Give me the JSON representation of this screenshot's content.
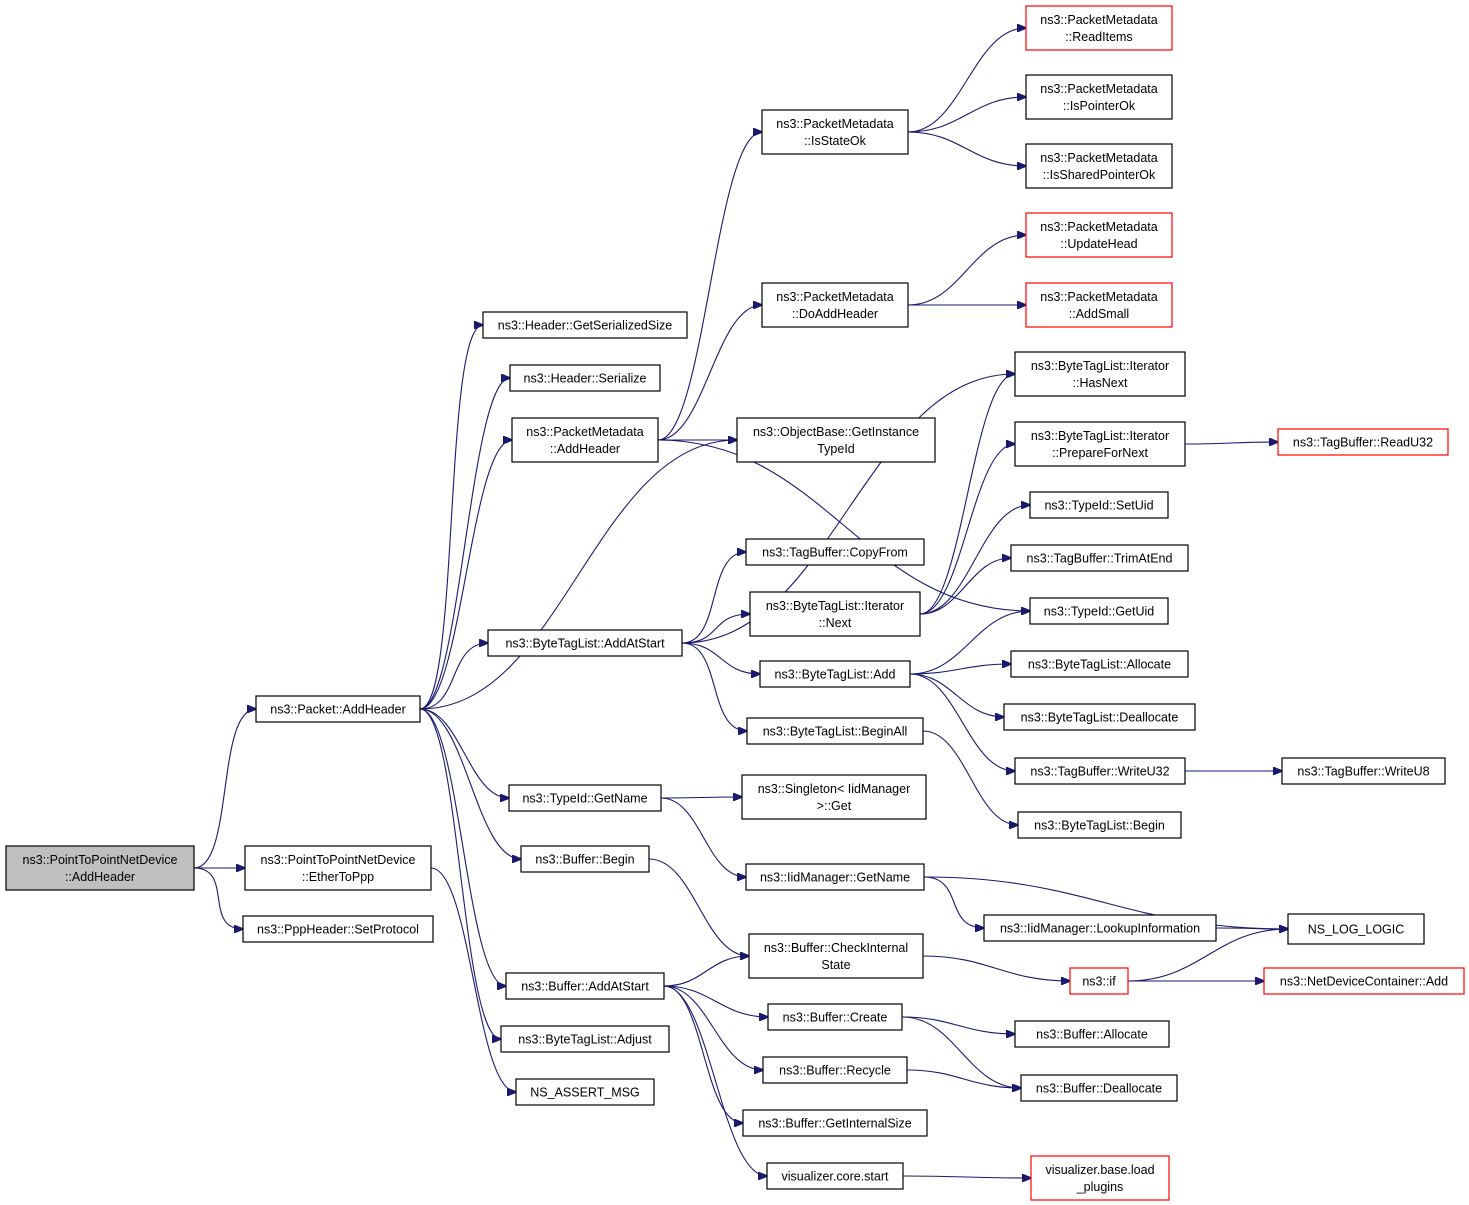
{
  "colors": {
    "edge": "#191970",
    "normal_border": "#000000",
    "truncated_border": "#ff0000",
    "root_fill": "#bfbfbf",
    "node_fill": "#ffffff"
  },
  "nodes": [
    {
      "id": "root",
      "lines": [
        "ns3::PointToPointNetDevice",
        "::AddHeader"
      ],
      "kind": "root"
    },
    {
      "id": "pkt_addheader",
      "lines": [
        "ns3::Packet::AddHeader"
      ],
      "kind": "normal"
    },
    {
      "id": "ethertoppp",
      "lines": [
        "ns3::PointToPointNetDevice",
        "::EtherToPpp"
      ],
      "kind": "normal"
    },
    {
      "id": "setprotocol",
      "lines": [
        "ns3::PppHeader::SetProtocol"
      ],
      "kind": "normal"
    },
    {
      "id": "hdr_getsersize",
      "lines": [
        "ns3::Header::GetSerializedSize"
      ],
      "kind": "normal"
    },
    {
      "id": "hdr_serialize",
      "lines": [
        "ns3::Header::Serialize"
      ],
      "kind": "normal"
    },
    {
      "id": "pm_addheader",
      "lines": [
        "ns3::PacketMetadata",
        "::AddHeader"
      ],
      "kind": "normal"
    },
    {
      "id": "btl_addatstart",
      "lines": [
        "ns3::ByteTagList::AddAtStart"
      ],
      "kind": "normal"
    },
    {
      "id": "typeid_getname",
      "lines": [
        "ns3::TypeId::GetName"
      ],
      "kind": "normal"
    },
    {
      "id": "buf_begin",
      "lines": [
        "ns3::Buffer::Begin"
      ],
      "kind": "normal"
    },
    {
      "id": "buf_addatstart",
      "lines": [
        "ns3::Buffer::AddAtStart"
      ],
      "kind": "normal"
    },
    {
      "id": "btl_adjust",
      "lines": [
        "ns3::ByteTagList::Adjust"
      ],
      "kind": "normal"
    },
    {
      "id": "ns_assert_msg",
      "lines": [
        "NS_ASSERT_MSG"
      ],
      "kind": "normal"
    },
    {
      "id": "pm_isstateok",
      "lines": [
        "ns3::PacketMetadata",
        "::IsStateOk"
      ],
      "kind": "normal"
    },
    {
      "id": "pm_doaddheader",
      "lines": [
        "ns3::PacketMetadata",
        "::DoAddHeader"
      ],
      "kind": "normal"
    },
    {
      "id": "ob_getinsttid",
      "lines": [
        "ns3::ObjectBase::GetInstance",
        "TypeId"
      ],
      "kind": "normal"
    },
    {
      "id": "tb_copyfrom",
      "lines": [
        "ns3::TagBuffer::CopyFrom"
      ],
      "kind": "normal"
    },
    {
      "id": "btli_next",
      "lines": [
        "ns3::ByteTagList::Iterator",
        "::Next"
      ],
      "kind": "normal"
    },
    {
      "id": "btl_add",
      "lines": [
        "ns3::ByteTagList::Add"
      ],
      "kind": "normal"
    },
    {
      "id": "btl_beginall",
      "lines": [
        "ns3::ByteTagList::BeginAll"
      ],
      "kind": "normal"
    },
    {
      "id": "singleton_get",
      "lines": [
        "ns3::Singleton< IidManager",
        ">::Get"
      ],
      "kind": "normal"
    },
    {
      "id": "iid_getname",
      "lines": [
        "ns3::IidManager::GetName"
      ],
      "kind": "normal"
    },
    {
      "id": "buf_checkinternal",
      "lines": [
        "ns3::Buffer::CheckInternal",
        "State"
      ],
      "kind": "normal"
    },
    {
      "id": "buf_create",
      "lines": [
        "ns3::Buffer::Create"
      ],
      "kind": "normal"
    },
    {
      "id": "buf_recycle",
      "lines": [
        "ns3::Buffer::Recycle"
      ],
      "kind": "normal"
    },
    {
      "id": "buf_getinternalsize",
      "lines": [
        "ns3::Buffer::GetInternalSize"
      ],
      "kind": "normal"
    },
    {
      "id": "vis_core_start",
      "lines": [
        "visualizer.core.start"
      ],
      "kind": "normal"
    },
    {
      "id": "pm_readitems",
      "lines": [
        "ns3::PacketMetadata",
        "::ReadItems"
      ],
      "kind": "truncated"
    },
    {
      "id": "pm_ispointerok",
      "lines": [
        "ns3::PacketMetadata",
        "::IsPointerOk"
      ],
      "kind": "normal"
    },
    {
      "id": "pm_issharedpointerok",
      "lines": [
        "ns3::PacketMetadata",
        "::IsSharedPointerOk"
      ],
      "kind": "normal"
    },
    {
      "id": "pm_updatehead",
      "lines": [
        "ns3::PacketMetadata",
        "::UpdateHead"
      ],
      "kind": "truncated"
    },
    {
      "id": "pm_addsmall",
      "lines": [
        "ns3::PacketMetadata",
        "::AddSmall"
      ],
      "kind": "truncated"
    },
    {
      "id": "btli_hasnext",
      "lines": [
        "ns3::ByteTagList::Iterator",
        "::HasNext"
      ],
      "kind": "normal"
    },
    {
      "id": "btli_preparefornext",
      "lines": [
        "ns3::ByteTagList::Iterator",
        "::PrepareForNext"
      ],
      "kind": "normal"
    },
    {
      "id": "typeid_setuid",
      "lines": [
        "ns3::TypeId::SetUid"
      ],
      "kind": "normal"
    },
    {
      "id": "tb_trimatend",
      "lines": [
        "ns3::TagBuffer::TrimAtEnd"
      ],
      "kind": "normal"
    },
    {
      "id": "typeid_getuid",
      "lines": [
        "ns3::TypeId::GetUid"
      ],
      "kind": "normal"
    },
    {
      "id": "btl_allocate",
      "lines": [
        "ns3::ByteTagList::Allocate"
      ],
      "kind": "normal"
    },
    {
      "id": "btl_deallocate",
      "lines": [
        "ns3::ByteTagList::Deallocate"
      ],
      "kind": "normal"
    },
    {
      "id": "tb_writeu32",
      "lines": [
        "ns3::TagBuffer::WriteU32"
      ],
      "kind": "normal"
    },
    {
      "id": "btl_begin",
      "lines": [
        "ns3::ByteTagList::Begin"
      ],
      "kind": "normal"
    },
    {
      "id": "iid_lookupinfo",
      "lines": [
        "ns3::IidManager::LookupInformation"
      ],
      "kind": "normal"
    },
    {
      "id": "ns3_if",
      "lines": [
        "ns3::if"
      ],
      "kind": "truncated"
    },
    {
      "id": "buf_allocate",
      "lines": [
        "ns3::Buffer::Allocate"
      ],
      "kind": "normal"
    },
    {
      "id": "buf_deallocate",
      "lines": [
        "ns3::Buffer::Deallocate"
      ],
      "kind": "normal"
    },
    {
      "id": "vis_base_loadplugins",
      "lines": [
        "visualizer.base.load",
        "_plugins"
      ],
      "kind": "truncated"
    },
    {
      "id": "tb_readu32",
      "lines": [
        "ns3::TagBuffer::ReadU32"
      ],
      "kind": "truncated"
    },
    {
      "id": "tb_writeu8",
      "lines": [
        "ns3::TagBuffer::WriteU8"
      ],
      "kind": "normal"
    },
    {
      "id": "ns_log_logic",
      "lines": [
        "NS_LOG_LOGIC"
      ],
      "kind": "normal"
    },
    {
      "id": "ndc_add",
      "lines": [
        "ns3::NetDeviceContainer::Add"
      ],
      "kind": "truncated"
    }
  ],
  "edges": [
    [
      "root",
      "pkt_addheader"
    ],
    [
      "root",
      "ethertoppp"
    ],
    [
      "root",
      "setprotocol"
    ],
    [
      "pkt_addheader",
      "hdr_getsersize"
    ],
    [
      "pkt_addheader",
      "hdr_serialize"
    ],
    [
      "pkt_addheader",
      "pm_addheader"
    ],
    [
      "pkt_addheader",
      "ob_getinsttid"
    ],
    [
      "pkt_addheader",
      "btl_addatstart"
    ],
    [
      "pkt_addheader",
      "typeid_getname"
    ],
    [
      "pkt_addheader",
      "buf_begin"
    ],
    [
      "pkt_addheader",
      "buf_addatstart"
    ],
    [
      "pkt_addheader",
      "btl_adjust"
    ],
    [
      "ethertoppp",
      "ns_assert_msg"
    ],
    [
      "pm_addheader",
      "pm_isstateok"
    ],
    [
      "pm_addheader",
      "pm_doaddheader"
    ],
    [
      "pm_addheader",
      "ob_getinsttid"
    ],
    [
      "pm_addheader",
      "typeid_getuid"
    ],
    [
      "pm_isstateok",
      "pm_readitems"
    ],
    [
      "pm_isstateok",
      "pm_ispointerok"
    ],
    [
      "pm_isstateok",
      "pm_issharedpointerok"
    ],
    [
      "pm_doaddheader",
      "pm_updatehead"
    ],
    [
      "pm_doaddheader",
      "pm_addsmall"
    ],
    [
      "btl_addatstart",
      "tb_copyfrom"
    ],
    [
      "btl_addatstart",
      "btli_hasnext"
    ],
    [
      "btl_addatstart",
      "btli_next"
    ],
    [
      "btl_addatstart",
      "btl_add"
    ],
    [
      "btl_addatstart",
      "btl_beginall"
    ],
    [
      "btli_next",
      "btli_hasnext"
    ],
    [
      "btli_next",
      "btli_preparefornext"
    ],
    [
      "btli_next",
      "typeid_setuid"
    ],
    [
      "btli_next",
      "tb_trimatend"
    ],
    [
      "btl_add",
      "typeid_getuid"
    ],
    [
      "btl_add",
      "btl_allocate"
    ],
    [
      "btl_add",
      "btl_deallocate"
    ],
    [
      "btl_add",
      "tb_writeu32"
    ],
    [
      "btl_beginall",
      "btl_begin"
    ],
    [
      "btli_preparefornext",
      "tb_readu32"
    ],
    [
      "tb_writeu32",
      "tb_writeu8"
    ],
    [
      "typeid_getname",
      "singleton_get"
    ],
    [
      "typeid_getname",
      "iid_getname"
    ],
    [
      "iid_getname",
      "iid_lookupinfo"
    ],
    [
      "iid_getname",
      "ns_log_logic"
    ],
    [
      "iid_lookupinfo",
      "ns_log_logic"
    ],
    [
      "buf_begin",
      "buf_checkinternal"
    ],
    [
      "buf_addatstart",
      "buf_checkinternal"
    ],
    [
      "buf_addatstart",
      "buf_create"
    ],
    [
      "buf_addatstart",
      "buf_recycle"
    ],
    [
      "buf_addatstart",
      "buf_getinternalsize"
    ],
    [
      "buf_addatstart",
      "vis_core_start"
    ],
    [
      "buf_checkinternal",
      "ns3_if"
    ],
    [
      "ns3_if",
      "ns_log_logic"
    ],
    [
      "ns3_if",
      "ndc_add"
    ],
    [
      "buf_create",
      "buf_allocate"
    ],
    [
      "buf_create",
      "buf_deallocate"
    ],
    [
      "buf_recycle",
      "buf_deallocate"
    ],
    [
      "vis_core_start",
      "vis_base_loadplugins"
    ]
  ]
}
